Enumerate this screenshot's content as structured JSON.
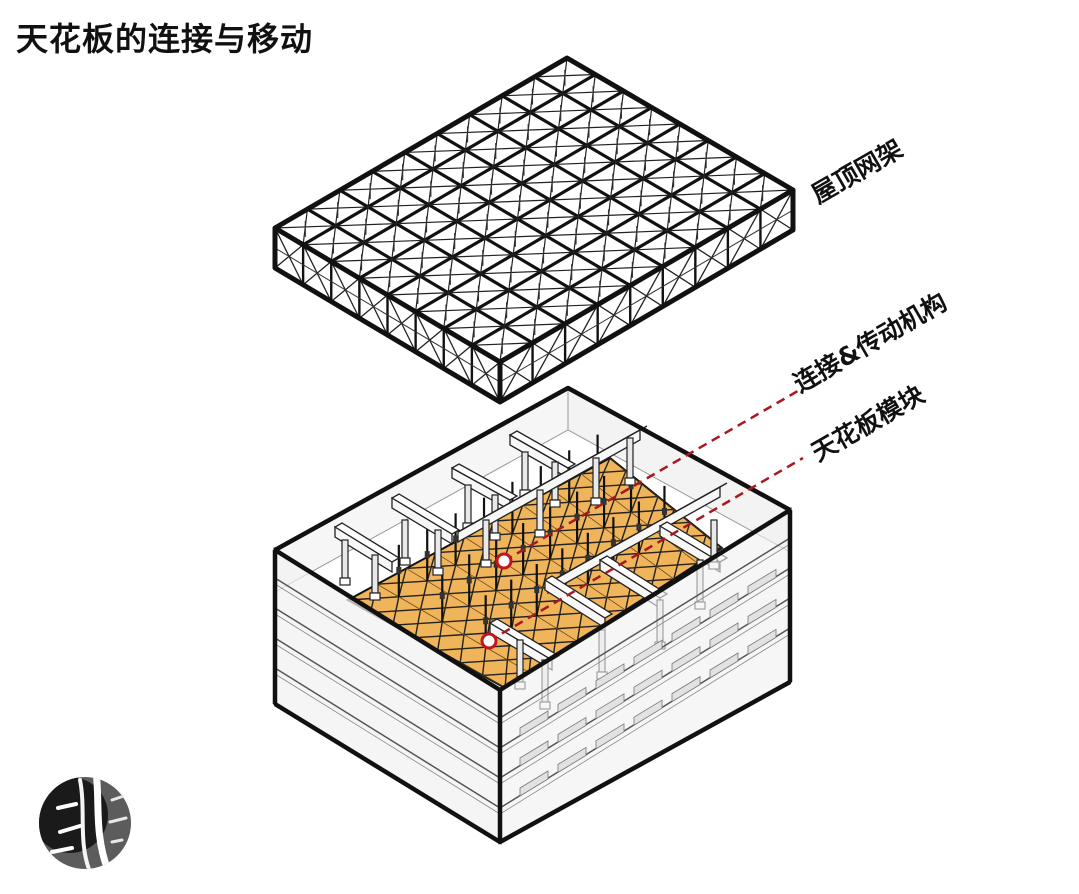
{
  "title": "天花板的连接与移动",
  "labels": {
    "roof_truss": "屋顶网架",
    "connection_mechanism": "连接&传动机构",
    "ceiling_module": "天花板模块"
  },
  "colors": {
    "outline": "#111111",
    "ceiling_fill": "#f0b45a",
    "leader_line": "#a8191f",
    "marker_ring": "#c0161d",
    "building_glass": "#f2f2f2",
    "beam_fill": "#f7f7f7"
  },
  "icons": {
    "logo": "brush-stroke-logo"
  }
}
